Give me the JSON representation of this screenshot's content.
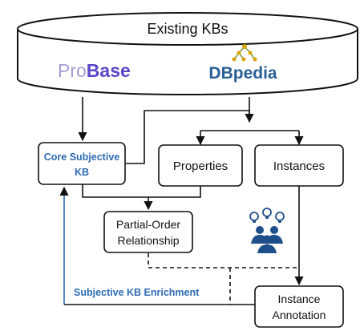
{
  "kb_store": {
    "title": "Existing KBs",
    "probase": {
      "pro": "Pro",
      "base": "Base"
    },
    "dbpedia": "DBpedia"
  },
  "boxes": {
    "core_kb": {
      "line1": "Core Subjective",
      "line2": "KB"
    },
    "properties": "Properties",
    "instances": "Instances",
    "partial_order": {
      "line1": "Partial-Order",
      "line2": "Relationship"
    },
    "annotation": {
      "line1": "Instance",
      "line2": "Annotation"
    }
  },
  "enrichment_label": "Subjective KB Enrichment",
  "colors": {
    "stroke": "#111111",
    "blue_text": "#2e6bb3",
    "probase_pro": "#a99bd6",
    "probase_base": "#5b46c9",
    "dbpedia": "#2a5f96",
    "crowd": "#1f4f8a",
    "gold": "#d9a400",
    "cylinder_fill": "#ffffff"
  },
  "icons": {
    "crowd": "crowd-icon",
    "dbpedia_logo": "dbpedia-network-icon"
  }
}
